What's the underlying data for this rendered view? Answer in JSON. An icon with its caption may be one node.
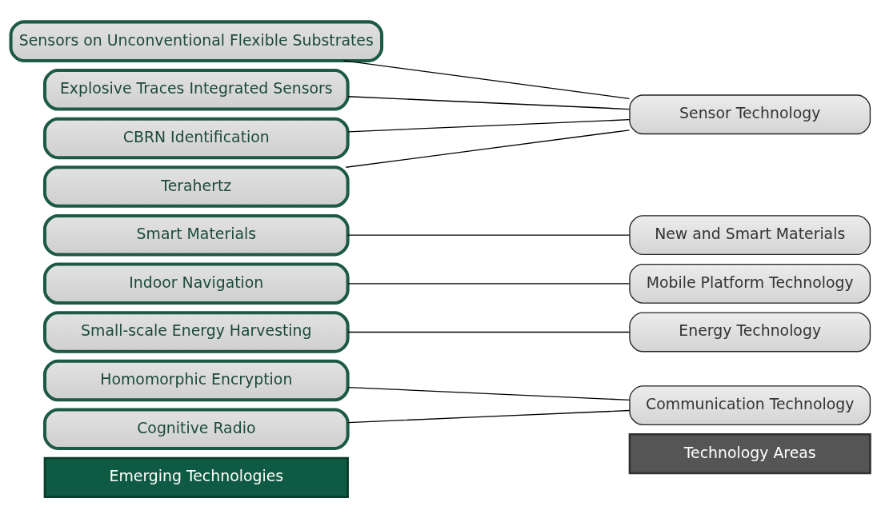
{
  "diagram": {
    "nodes": [
      {
        "text": [
          "Emerging Technologies"
        ]
      },
      {
        "text": [
          "Technology Areas"
        ]
      },
      {
        "text": [
          "Homomorphic Encryption"
        ]
      },
      {
        "text": [
          "Cognitive Radio"
        ]
      },
      {
        "text": [
          "Communication Technology"
        ]
      },
      {
        "text": [
          "Small-scale Energy Harvesting"
        ]
      },
      {
        "text": [
          "Energy Technology"
        ]
      },
      {
        "text": [
          "Indoor Navigation"
        ]
      },
      {
        "text": [
          "Mobile Platform Technology"
        ]
      },
      {
        "text": [
          "Smart Materials"
        ]
      },
      {
        "text": [
          "New and Smart Materials"
        ]
      },
      {
        "text": [
          "Sensors on Unconventional Flexible Substrates"
        ]
      },
      {
        "text": [
          "Explosive Traces Integrated Sensors"
        ]
      },
      {
        "text": [
          "CBRN Identification"
        ]
      },
      {
        "text": [
          "Terahertz"
        ]
      },
      {
        "text": [
          "Sensor Technology"
        ]
      }
    ],
    "edges": [
      {
        "from": 2,
        "to": 4,
        "arrow": "none"
      },
      {
        "from": 3,
        "to": 4,
        "arrow": "none"
      },
      {
        "from": 5,
        "to": 6,
        "arrow": "none"
      },
      {
        "from": 7,
        "to": 8,
        "arrow": "none"
      },
      {
        "from": 9,
        "to": 10,
        "arrow": "none"
      },
      {
        "from": 11,
        "to": 15,
        "arrow": "none"
      },
      {
        "from": 12,
        "to": 15,
        "arrow": "none"
      },
      {
        "from": 13,
        "to": 15,
        "arrow": "none"
      },
      {
        "from": 14,
        "to": 15,
        "arrow": "none"
      }
    ]
  }
}
